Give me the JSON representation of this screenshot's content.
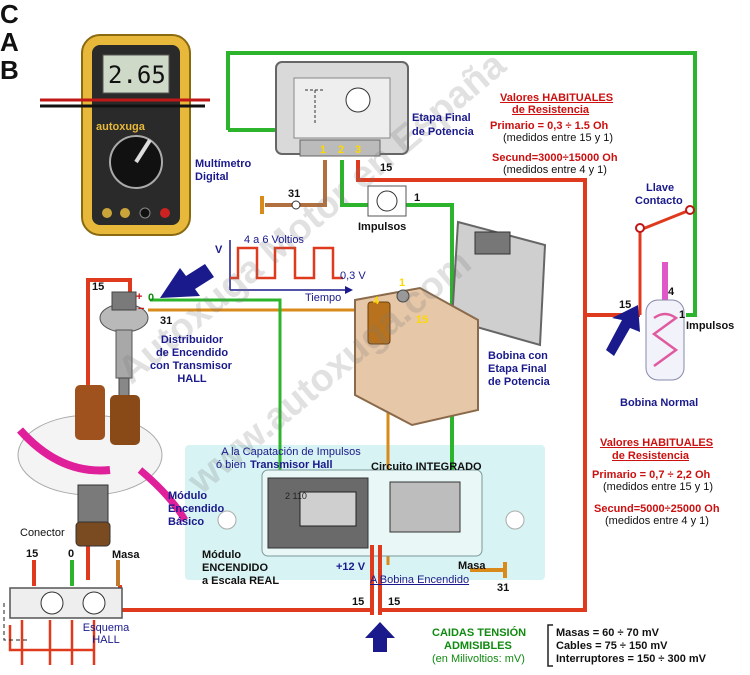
{
  "meter": {
    "display": "2.65",
    "brand": "autoxuga",
    "label_1": "Multímetro",
    "label_2": "Digital"
  },
  "etapa": {
    "label_1": "Etapa Final",
    "label_2": "de Potencia",
    "pins": [
      "1",
      "2",
      "3"
    ],
    "wire_15": "15",
    "wire_31": "31",
    "wire_1": "1",
    "impulsos": "Impulsos"
  },
  "table_top": {
    "heading_1": "Valores HABITUALES",
    "heading_2": "de Resistencia",
    "prim": "Primario = 0,3 ÷ 1.5 Oh",
    "prim_note": "(medidos entre 15 y 1)",
    "sec": "Secund=3000÷15000 Oh",
    "sec_note": "(medidos entre 4 y 1)"
  },
  "signal": {
    "v_axis": "V",
    "text": "4 a 6 Voltios",
    "zero": "0,3 V",
    "tiempo": "Tiempo"
  },
  "llave": {
    "line_1": "Llave",
    "line_2": "Contacto"
  },
  "distrib": {
    "line_1": "Distribuidor",
    "line_2": "de Encendido",
    "line_3": "con Transmisor",
    "line_4": "HALL",
    "t15": "15",
    "t0": "0",
    "t31": "31",
    "plus": "+",
    "minus": "−"
  },
  "bobina_etapa": {
    "line_1": "Bobina con",
    "line_2": "Etapa Final",
    "line_3": "de Potencia",
    "t1": "1",
    "t4": "4",
    "t15": "15"
  },
  "bobina_normal": {
    "label": "Bobina Normal",
    "t4": "4",
    "t15": "15",
    "t1": "1",
    "impulsos": "Impulsos"
  },
  "arrows": {
    "a": "A",
    "b": "B",
    "c": "C"
  },
  "hall_note": {
    "line_1": "A la Capatación de Impulsos",
    "line_2": "ó bien",
    "line_2b": "Transmisor Hall"
  },
  "circuito": "Circuito INTEGRADO",
  "modulo_basico": {
    "line_1": "Módulo",
    "line_2": "Encendido",
    "line_3": "Básico"
  },
  "modulo_real": {
    "line_1": "Módulo",
    "line_2": "ENCENDIDO",
    "line_3": "a Escala REAL"
  },
  "chip_code": "2 110",
  "conector": "Conector",
  "pin_labels": {
    "p15": "15",
    "p0": "0",
    "masa": "Masa"
  },
  "plus12": "+12 V",
  "a_bobina": "A Bobina Encendido",
  "masa": "Masa",
  "masa_31": "31",
  "b15_left": "15",
  "b15_right": "15",
  "esquema": {
    "line_1": "Esquema",
    "line_2": "HALL"
  },
  "table_bottom": {
    "heading_1": "Valores HABITUALES",
    "heading_2": "de Resistencia",
    "prim": "Primario = 0,7 ÷ 2,2 Oh",
    "prim_note": "(medidos entre 15 y 1)",
    "sec": "Secund=5000÷25000 Oh",
    "sec_note": "(medidos entre 4 y 1)"
  },
  "caidas": {
    "title_1": "CAIDAS TENSIÓN",
    "title_2": "ADMISIBLES",
    "title_3": "(en Milivoltios: mV)",
    "rows": [
      "Masas = 60 ÷ 70 mV",
      "Cables = 75 ÷ 150 mV",
      "Interruptores = 150 ÷ 300 mV"
    ]
  },
  "watermark": [
    "Autoxuga Motor en España",
    "www.autoxuga.com"
  ],
  "colors": {
    "red_wire": "#e03a1e",
    "green_wire": "#2cb52c",
    "orange_wire": "#d88a1a",
    "brown_wire": "#b07040",
    "navy": "#1a1a8c",
    "module_bg": "#d6f3f3"
  }
}
